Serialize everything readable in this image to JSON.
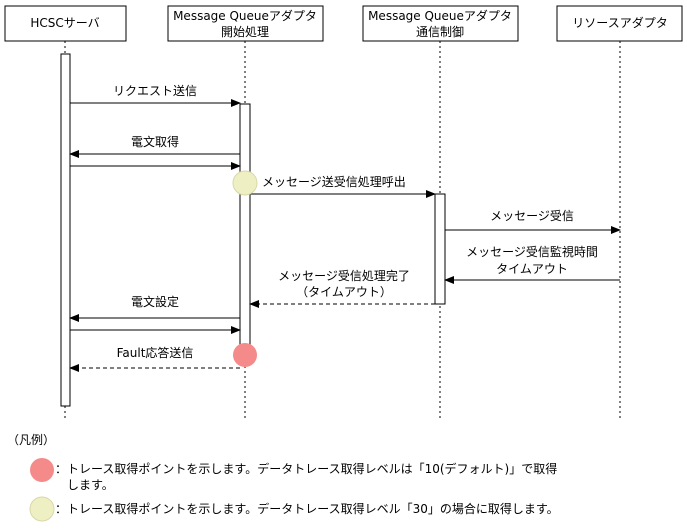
{
  "participants": [
    {
      "id": "hcsc",
      "lines": [
        "HCSCサーバ"
      ]
    },
    {
      "id": "mq_start",
      "lines": [
        "Message Queueアダプタ",
        "開始処理"
      ]
    },
    {
      "id": "mq_comm",
      "lines": [
        "Message Queueアダプタ",
        "通信制御"
      ]
    },
    {
      "id": "resource",
      "lines": [
        "リソースアダプタ"
      ]
    }
  ],
  "messages": {
    "request_send": "リクエスト送信",
    "get_message": "電文取得",
    "call_send_receive": "メッセージ送受信処理呼出",
    "message_receive": "メッセージ受信",
    "monitor_timeout_1": "メッセージ受信監視時間",
    "monitor_timeout_2": "タイムアウト",
    "process_complete_1": "メッセージ受信処理完了",
    "process_complete_2": "（タイムアウト）",
    "set_message": "電文設定",
    "fault_response": "Fault応答送信"
  },
  "legend": {
    "title": "（凡例）",
    "red_text_1": "：トレース取得ポイントを示します。データトレース取得レベルは「10(デフォルト)」で取得",
    "red_text_2": "　します。",
    "yellow_text": "：トレース取得ポイントを示します。データトレース取得レベル「30」の場合に取得します。"
  },
  "colors": {
    "red_point": "#f58a8a",
    "yellow_point": "#efefc4",
    "line": "#000000"
  }
}
